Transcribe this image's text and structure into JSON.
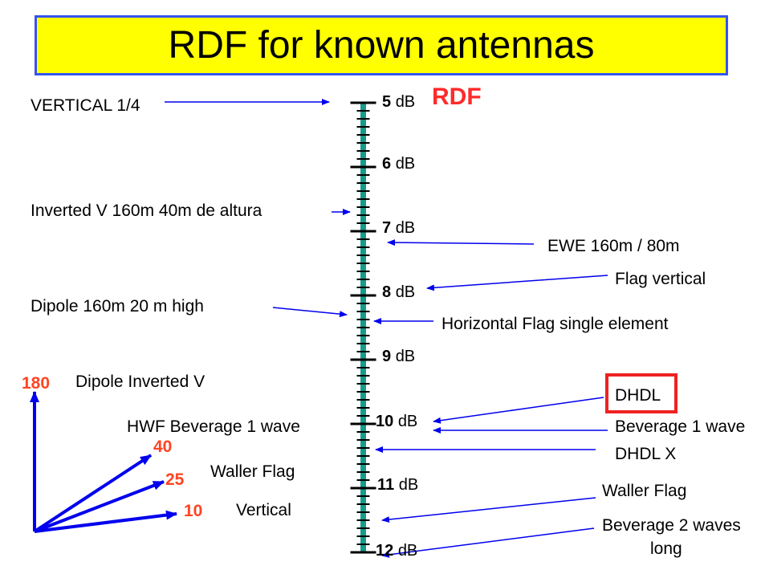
{
  "title": "RDF for known antennas",
  "scale_label": "RDF",
  "scale": {
    "unit": "dB",
    "ticks": [
      "5",
      "6",
      "7",
      "8",
      "9",
      "10",
      "11",
      "12"
    ]
  },
  "left_labels": {
    "vertical_quarter": "VERTICAL 1/4",
    "inverted_v": "Inverted V 160m 40m de altura",
    "dipole": "Dipole 160m 20 m high"
  },
  "right_labels": {
    "ewe": "EWE 160m / 80m",
    "flag_vertical": "Flag vertical",
    "horizontal_flag": "Horizontal Flag single element",
    "dhdl": "DHDL",
    "beverage_1": "Beverage 1 wave",
    "dhdl_x": "DHDL X",
    "waller_flag": "Waller Flag",
    "beverage_2_line1": "Beverage 2 waves",
    "beverage_2_line2": "long"
  },
  "elevation_diagram": {
    "angles": [
      {
        "value": "180",
        "label": "Dipole  Inverted V"
      },
      {
        "value": "40",
        "label": "HWF Beverage 1 wave"
      },
      {
        "value": "25",
        "label": "Waller Flag"
      },
      {
        "value": "10",
        "label": "Vertical"
      }
    ]
  },
  "colors": {
    "title_bg": "#ffff00",
    "title_border": "#3355ee",
    "scale_bar": "#1a9a8a",
    "arrow": "#0000ee",
    "rdf_text": "#ff2a2a",
    "angle_text": "#ff4422",
    "highlight_box": "#ee2222"
  }
}
